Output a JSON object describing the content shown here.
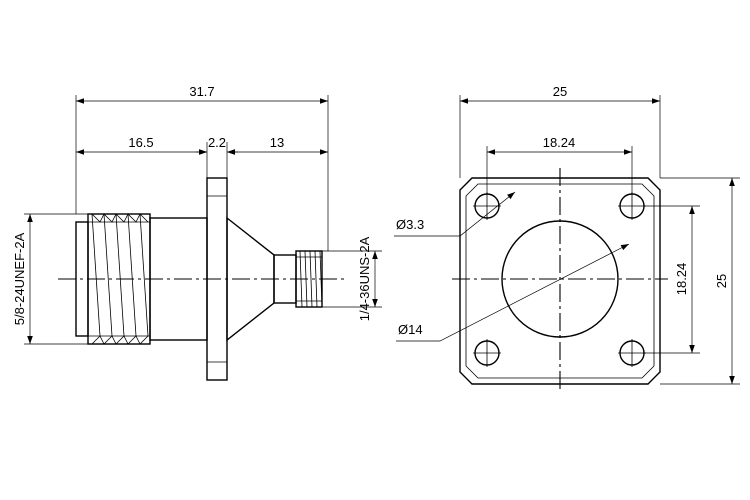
{
  "side_view": {
    "dim_overall": "31.7",
    "dim_left": "16.5",
    "dim_flange": "2.2",
    "dim_right": "13",
    "thread_left": "5/8-24UNEF-2A",
    "thread_right": "1/4-36UNS-2A"
  },
  "front_view": {
    "dim_width": "25",
    "dim_hole_spacing_h": "18.24",
    "dim_hole_spacing_v": "18.24",
    "dim_height": "25",
    "hole_diameter": "Ø3.3",
    "bore_diameter": "Ø14"
  }
}
